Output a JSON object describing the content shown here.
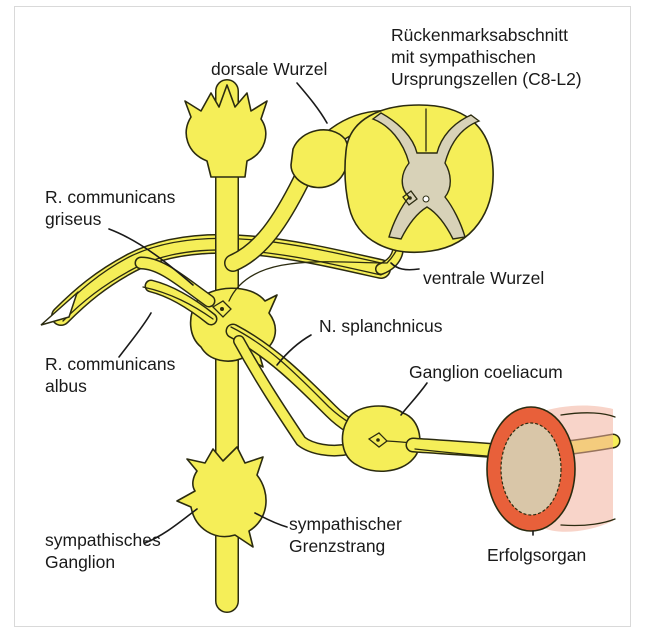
{
  "labels": {
    "spinal_segment": [
      "Rückenmarksabschnitt",
      "mit sympathischen",
      "Ursprungszellen (C8-L2)"
    ],
    "dorsal_root": "dorsale Wurzel",
    "r_griseus": [
      "R. communicans",
      "griseus"
    ],
    "ventral_root": "ventrale Wurzel",
    "n_splanchnicus": "N. splanchnicus",
    "r_albus": [
      "R. communicans",
      "albus"
    ],
    "ganglion_coeliacum": "Ganglion coeliacum",
    "symp_ganglion": [
      "sympathisches",
      "Ganglion"
    ],
    "symp_trunk": [
      "sympathischer",
      "Grenzstrang"
    ],
    "target_organ": "Erfolgsorgan"
  },
  "colors": {
    "nerve_fill": "#f5ee58",
    "outline": "#2b2b10",
    "grey_matter": "#d8d2b8",
    "organ_wall": "#e8603a",
    "organ_lumen": "#d9c6a8"
  }
}
